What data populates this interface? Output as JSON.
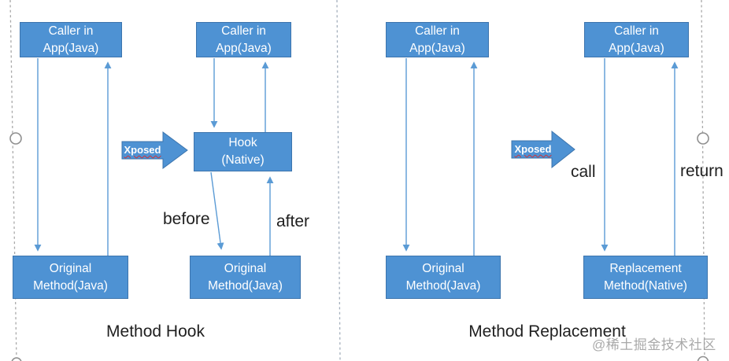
{
  "method_hook": {
    "caption": "Method Hook",
    "caller_top_left": "Caller in\nApp(Java)",
    "caller_top_right": "Caller in\nApp(Java)",
    "hook_box": "Hook\n(Native)",
    "original_bottom_left": "Original\nMethod(Java)",
    "original_bottom_right": "Original\nMethod(Java)",
    "xposed_arrow_label": "Xposed",
    "before_label": "before",
    "after_label": "after"
  },
  "method_replacement": {
    "caption": "Method Replacement",
    "caller_top_left": "Caller in\nApp(Java)",
    "caller_top_right": "Caller in\nApp(Java)",
    "original_bottom_left": "Original\nMethod(Java)",
    "replacement_bottom_right": "Replacement\nMethod(Native)",
    "xposed_arrow_label": "Xposed",
    "call_label": "call",
    "return_label": "return"
  },
  "watermark": "@稀土掘金技术社区",
  "colors": {
    "box_fill": "#4e92d3",
    "box_border": "#3c74ad",
    "connector_blue": "#5b9bd5",
    "label_text": "#1f1f1f",
    "spellcheck_red": "#d13438",
    "guide_gray": "#a9a9a9",
    "watermark_gray": "#9b9b9b"
  }
}
